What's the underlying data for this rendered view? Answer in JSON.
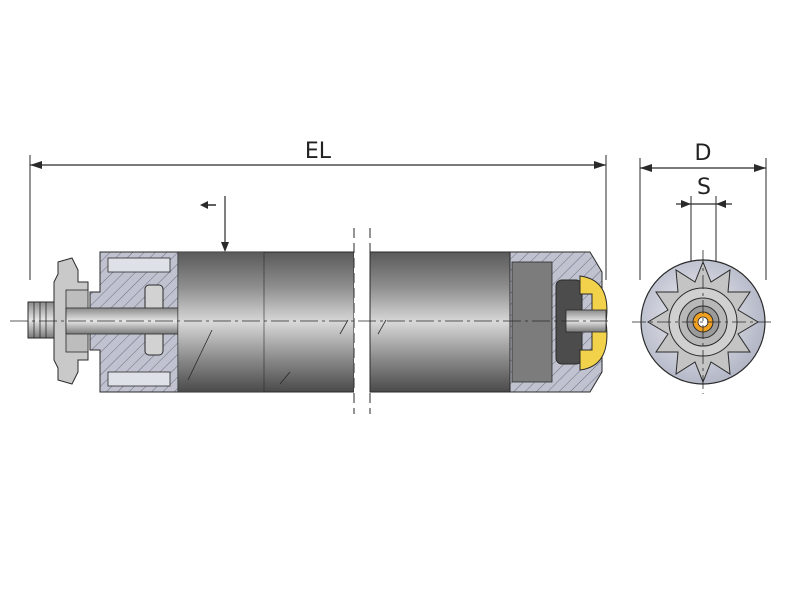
{
  "labels": {
    "length": "EL",
    "diameter": "D",
    "shaft": "S"
  },
  "colors": {
    "line": "#2a2a2a",
    "tube_dark": "#4a4a4a",
    "tube_mid": "#8c8c8c",
    "tube_light": "#d6d6d6",
    "housing": "#b9bcc8",
    "bearing_yellow": "#f2d24a",
    "bore_orange": "#f0a020"
  },
  "icons": {
    "roller_side_view": "roller-side-view",
    "roller_end_view": "roller-end-view",
    "sprocket": "sprocket-icon"
  }
}
